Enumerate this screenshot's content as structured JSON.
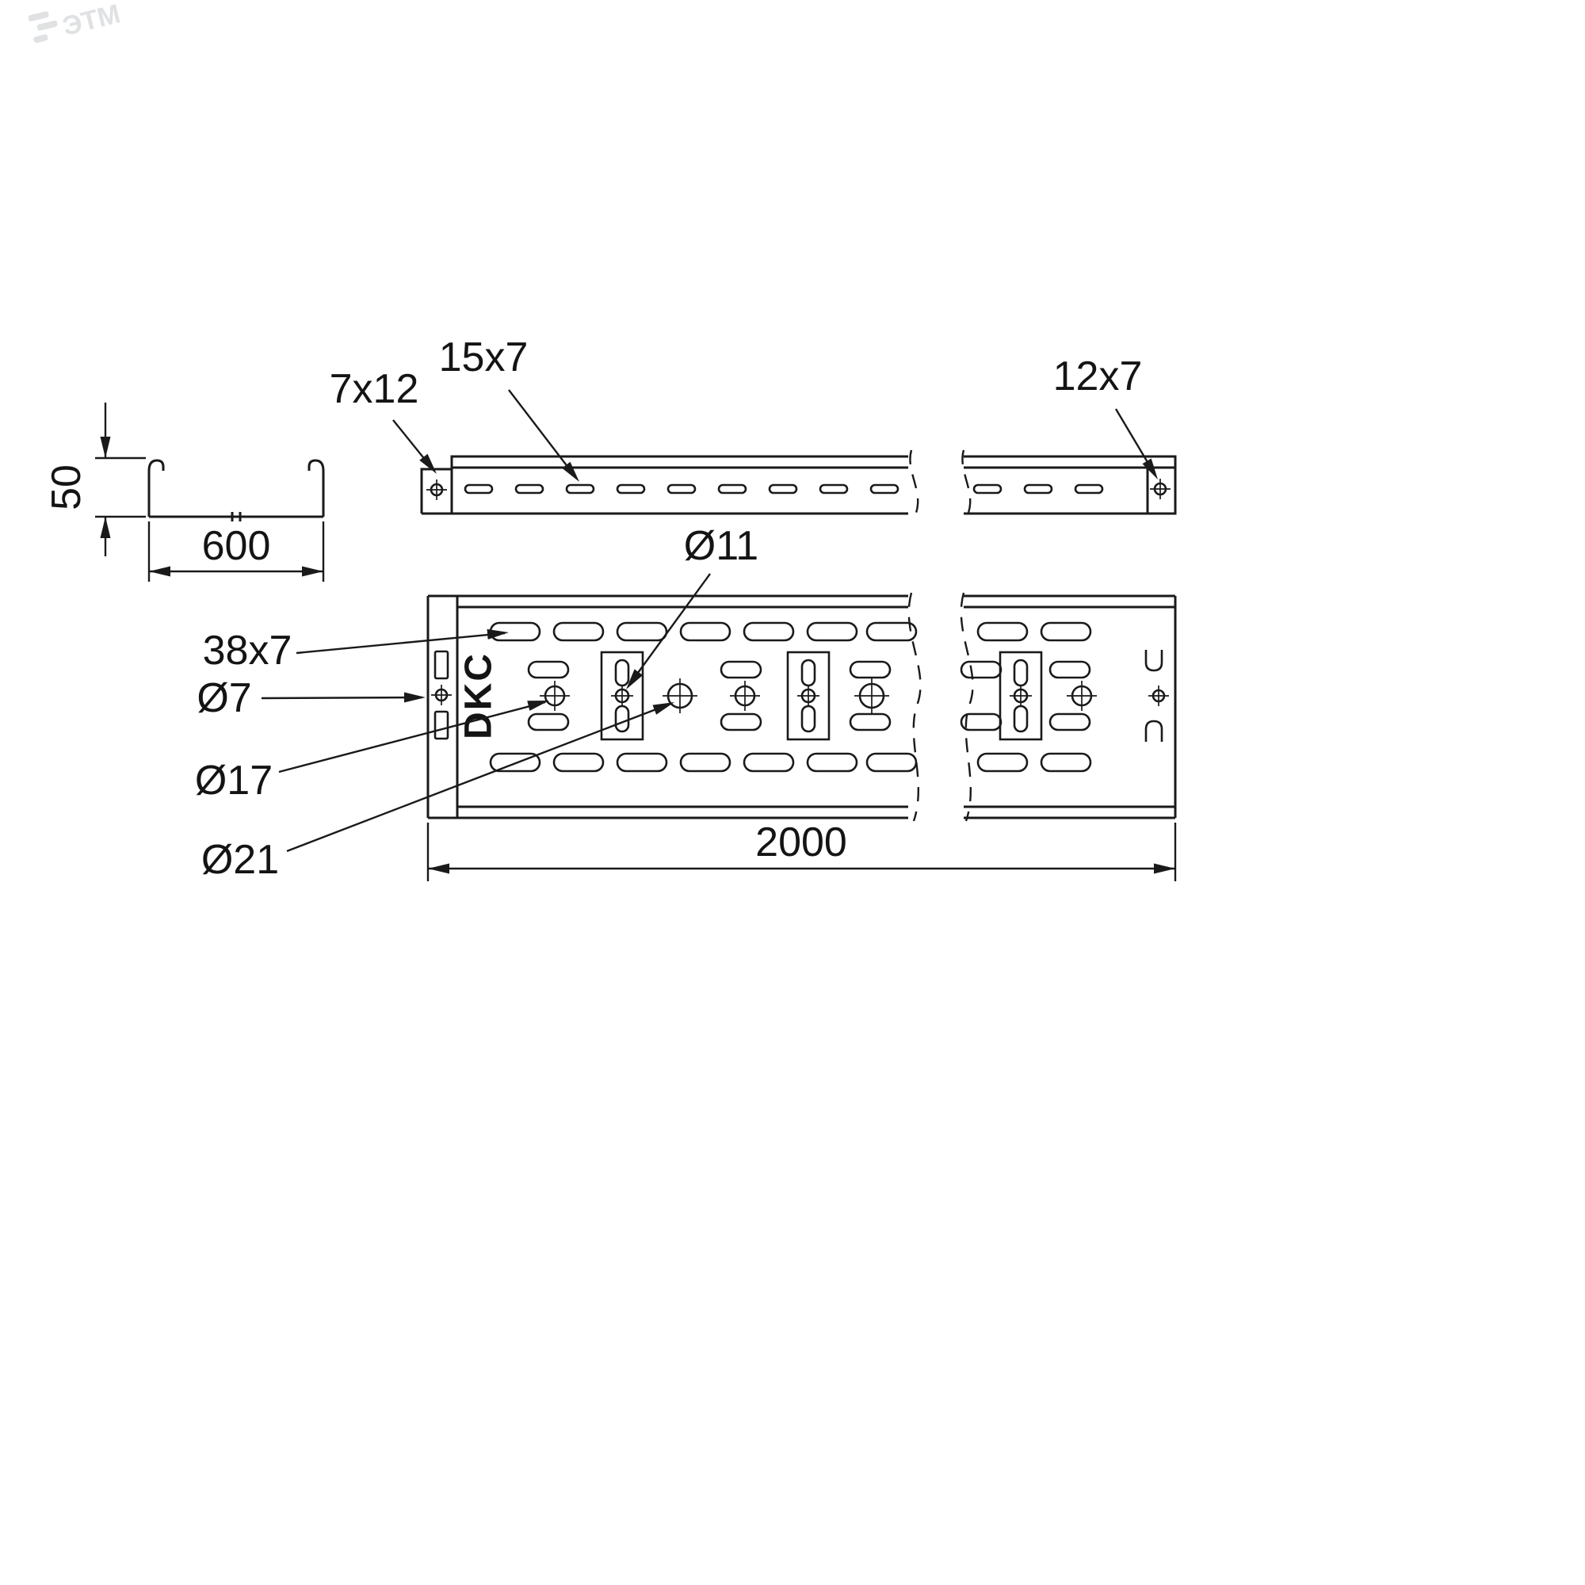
{
  "drawing": {
    "watermark": "ЭТМ",
    "brand": "DKC",
    "cross_section": {
      "height_label": "50",
      "width_label": "600"
    },
    "side_view": {
      "hole_left": "7x12",
      "slot": "15x7",
      "hole_right": "12x7"
    },
    "plan_view": {
      "slot": "38x7",
      "hole_d7": "Ø7",
      "hole_d17": "Ø17",
      "hole_d21": "Ø21",
      "hole_d11": "Ø11",
      "length": "2000"
    }
  }
}
